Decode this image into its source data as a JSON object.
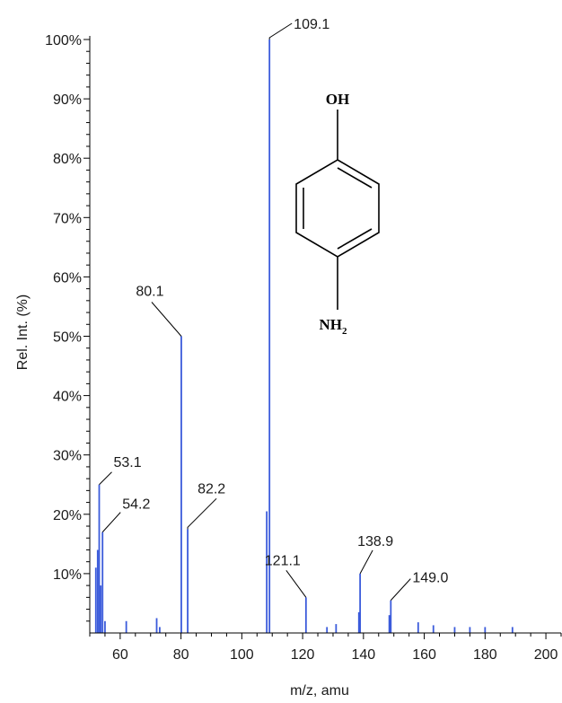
{
  "chart_data": {
    "type": "bar",
    "title": "",
    "xlabel": "m/z, amu",
    "ylabel": "Rel. Int. (%)",
    "xlim": [
      50,
      205
    ],
    "ylim": [
      0,
      100
    ],
    "x_ticks": [
      {
        "value": 60,
        "label": "60"
      },
      {
        "value": 80,
        "label": "80"
      },
      {
        "value": 100,
        "label": "100"
      },
      {
        "value": 120,
        "label": "120"
      },
      {
        "value": 140,
        "label": "140"
      },
      {
        "value": 160,
        "label": "160"
      },
      {
        "value": 180,
        "label": "180"
      },
      {
        "value": 200,
        "label": "200"
      }
    ],
    "y_ticks": [
      {
        "value": 10,
        "label": "10%"
      },
      {
        "value": 20,
        "label": "20%"
      },
      {
        "value": 30,
        "label": "30%"
      },
      {
        "value": 40,
        "label": "40%"
      },
      {
        "value": 50,
        "label": "50%"
      },
      {
        "value": 60,
        "label": "60%"
      },
      {
        "value": 70,
        "label": "70%"
      },
      {
        "value": 80,
        "label": "80%"
      },
      {
        "value": 90,
        "label": "90%"
      },
      {
        "value": 100,
        "label": "100%"
      }
    ],
    "bar_color": "#3b5bdb",
    "peaks": [
      {
        "mz": 52.0,
        "intensity": 11
      },
      {
        "mz": 52.6,
        "intensity": 14
      },
      {
        "mz": 53.1,
        "intensity": 25
      },
      {
        "mz": 53.6,
        "intensity": 8
      },
      {
        "mz": 54.2,
        "intensity": 17
      },
      {
        "mz": 55.0,
        "intensity": 2
      },
      {
        "mz": 62.0,
        "intensity": 2
      },
      {
        "mz": 72.0,
        "intensity": 2.5
      },
      {
        "mz": 73.0,
        "intensity": 1
      },
      {
        "mz": 80.1,
        "intensity": 50
      },
      {
        "mz": 82.2,
        "intensity": 17.5
      },
      {
        "mz": 108.2,
        "intensity": 20.5
      },
      {
        "mz": 109.1,
        "intensity": 100
      },
      {
        "mz": 121.1,
        "intensity": 6
      },
      {
        "mz": 128.0,
        "intensity": 1
      },
      {
        "mz": 131.0,
        "intensity": 1.5
      },
      {
        "mz": 138.5,
        "intensity": 3.5
      },
      {
        "mz": 138.9,
        "intensity": 10
      },
      {
        "mz": 148.5,
        "intensity": 3
      },
      {
        "mz": 149.0,
        "intensity": 5.5
      },
      {
        "mz": 158.0,
        "intensity": 1.8
      },
      {
        "mz": 163.0,
        "intensity": 1.3
      },
      {
        "mz": 170.0,
        "intensity": 1
      },
      {
        "mz": 175.0,
        "intensity": 1
      },
      {
        "mz": 180.0,
        "intensity": 1
      },
      {
        "mz": 189.0,
        "intensity": 1
      }
    ],
    "annotations": [
      {
        "label": "109.1",
        "mz": 109.1,
        "intensity": 100
      },
      {
        "label": "80.1",
        "mz": 80.1,
        "intensity": 50
      },
      {
        "label": "53.1",
        "mz": 53.1,
        "intensity": 25
      },
      {
        "label": "54.2",
        "mz": 54.2,
        "intensity": 17
      },
      {
        "label": "82.2",
        "mz": 82.2,
        "intensity": 17.5
      },
      {
        "label": "121.1",
        "mz": 121.1,
        "intensity": 6
      },
      {
        "label": "138.9",
        "mz": 138.9,
        "intensity": 10
      },
      {
        "label": "149.0",
        "mz": 149.0,
        "intensity": 5.5
      }
    ]
  },
  "structure": {
    "top_group": "OH",
    "bottom_group": "NH",
    "bottom_subscript": "2"
  }
}
